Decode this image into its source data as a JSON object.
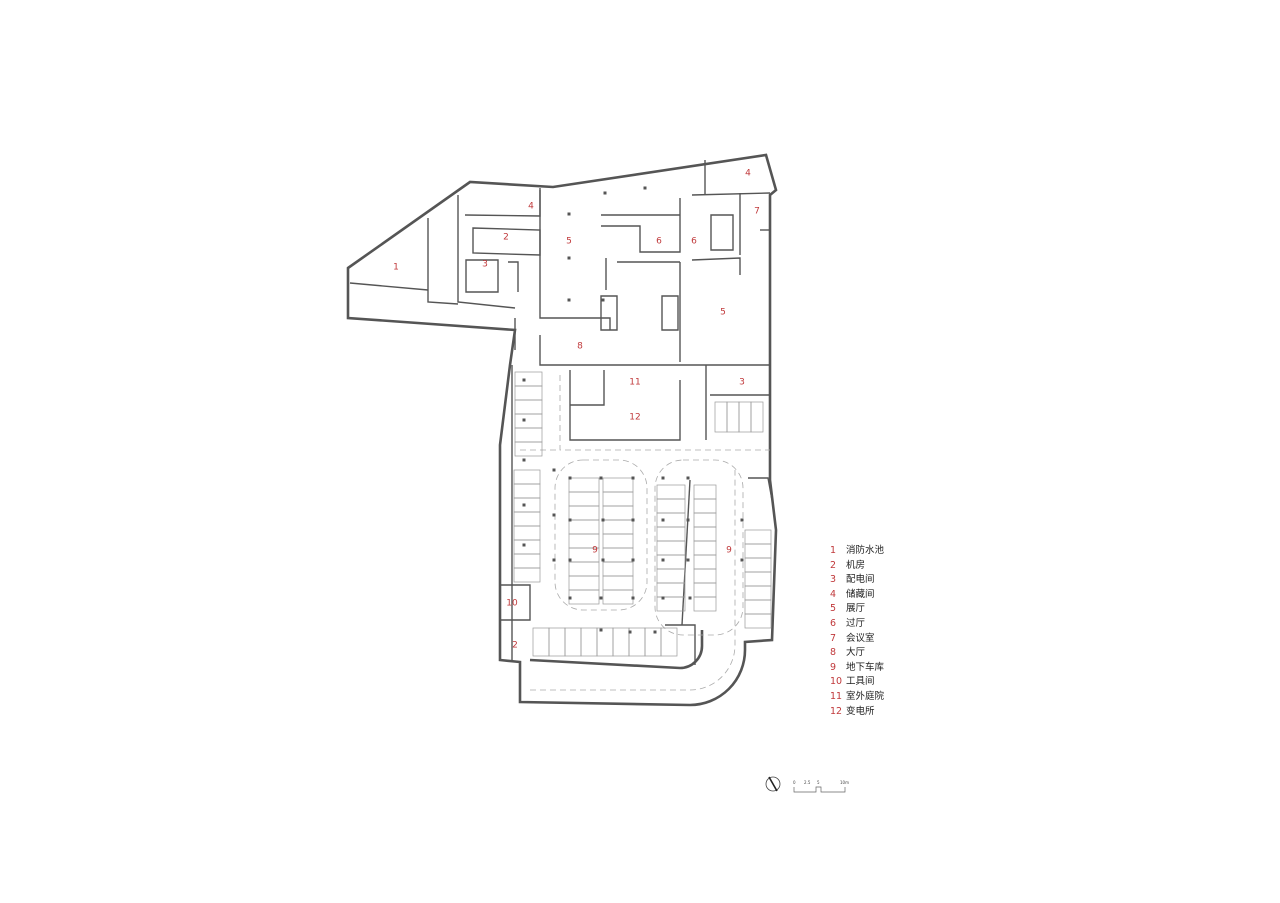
{
  "plan": {
    "room_labels": [
      {
        "id": "1"
      },
      {
        "id": "2"
      },
      {
        "id": "3"
      },
      {
        "id": "4"
      },
      {
        "id": "5"
      },
      {
        "id": "6"
      },
      {
        "id": "6"
      },
      {
        "id": "4"
      },
      {
        "id": "7"
      },
      {
        "id": "5"
      },
      {
        "id": "8"
      },
      {
        "id": "11"
      },
      {
        "id": "3"
      },
      {
        "id": "12"
      },
      {
        "id": "9"
      },
      {
        "id": "9"
      },
      {
        "id": "10"
      },
      {
        "id": "2"
      }
    ]
  },
  "legend": {
    "items": [
      {
        "num": "1",
        "label": "消防水池"
      },
      {
        "num": "2",
        "label": "机房"
      },
      {
        "num": "3",
        "label": "配电间"
      },
      {
        "num": "4",
        "label": "储藏间"
      },
      {
        "num": "5",
        "label": "展厅"
      },
      {
        "num": "6",
        "label": "过厅"
      },
      {
        "num": "7",
        "label": "会议室"
      },
      {
        "num": "8",
        "label": "大厅"
      },
      {
        "num": "9",
        "label": "地下车库"
      },
      {
        "num": "10",
        "label": "工具间"
      },
      {
        "num": "11",
        "label": "室外庭院"
      },
      {
        "num": "12",
        "label": "变电所"
      }
    ]
  },
  "scale_bar": {
    "ticks": [
      "0",
      "2.5",
      "5",
      "10m"
    ]
  },
  "north_arrow": {
    "icon": "north-arrow-icon"
  },
  "colors": {
    "label": "#c0393b",
    "wall": "#555555"
  }
}
